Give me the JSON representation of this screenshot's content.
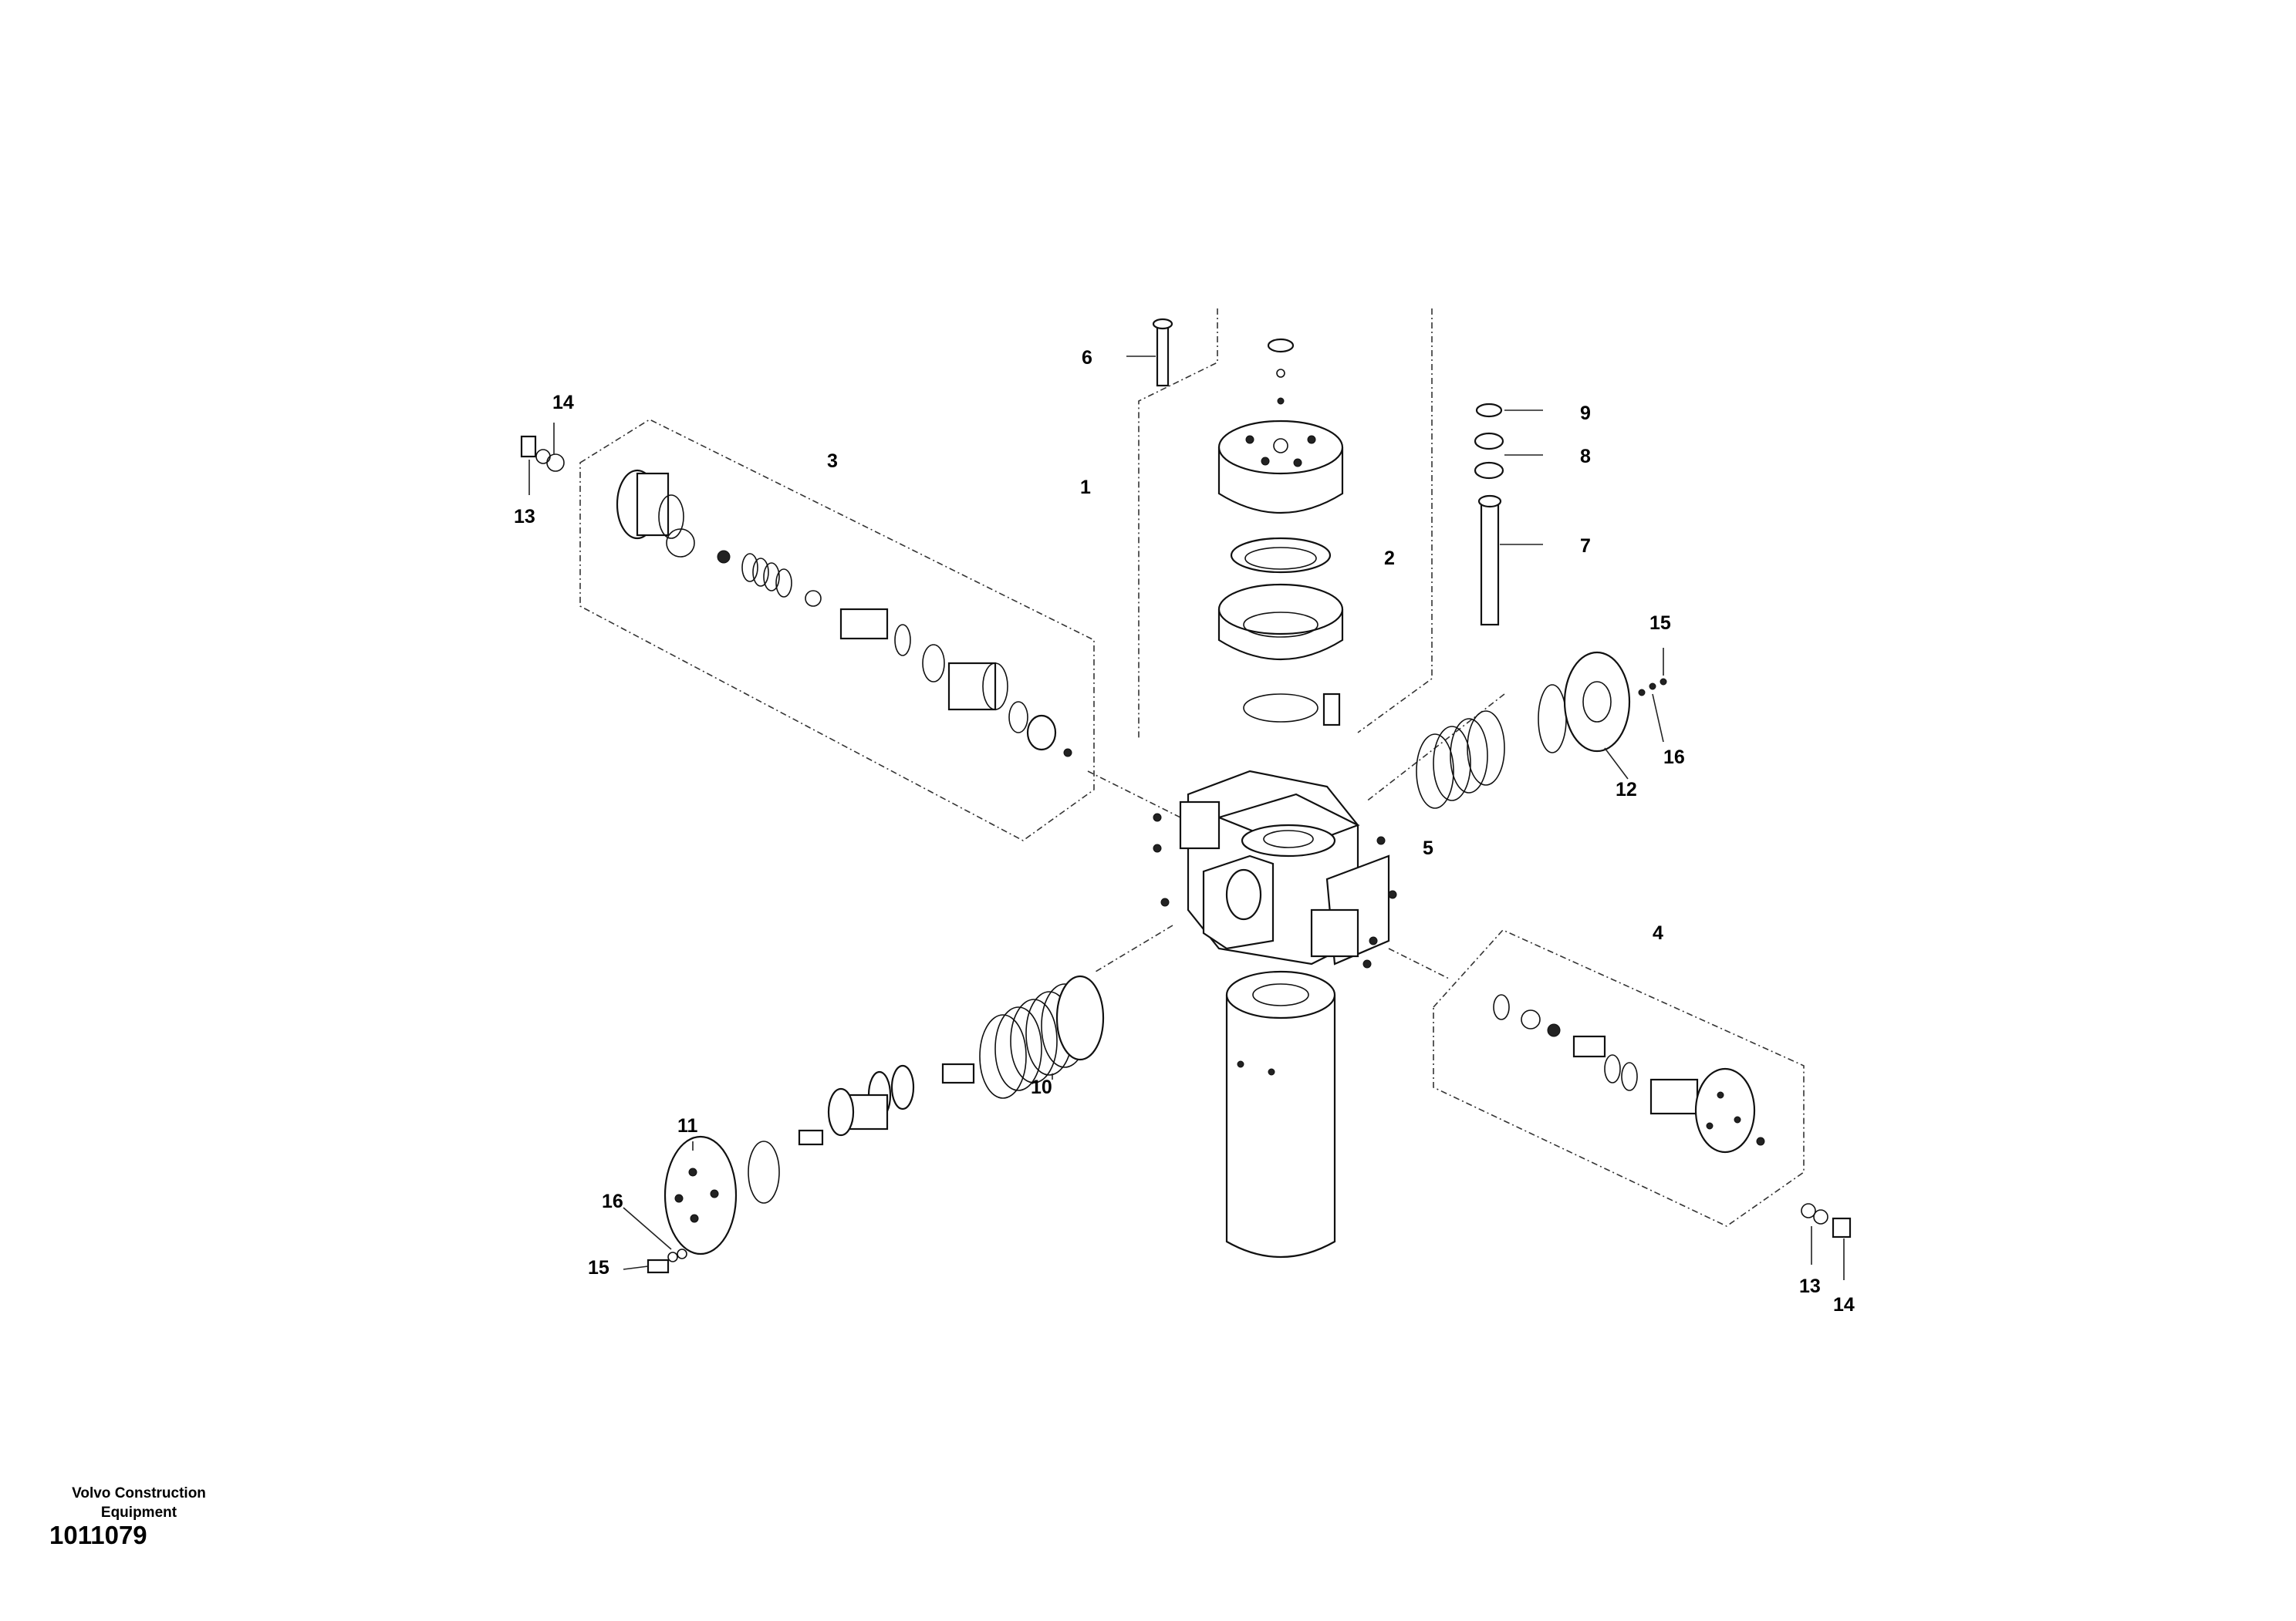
{
  "diagram": {
    "callouts": {
      "c1": "1",
      "c2": "2",
      "c3": "3",
      "c4": "4",
      "c5": "5",
      "c6": "6",
      "c7": "7",
      "c8": "8",
      "c9": "9",
      "c10": "10",
      "c11": "11",
      "c12": "12",
      "c13_left": "13",
      "c14_left": "14",
      "c13_right": "13",
      "c14_right": "14",
      "c15_right": "15",
      "c16_right": "16",
      "c15_left": "15",
      "c16_left": "16"
    }
  },
  "footer": {
    "brand": "Volvo Construction Equipment",
    "reference": "1011079"
  }
}
